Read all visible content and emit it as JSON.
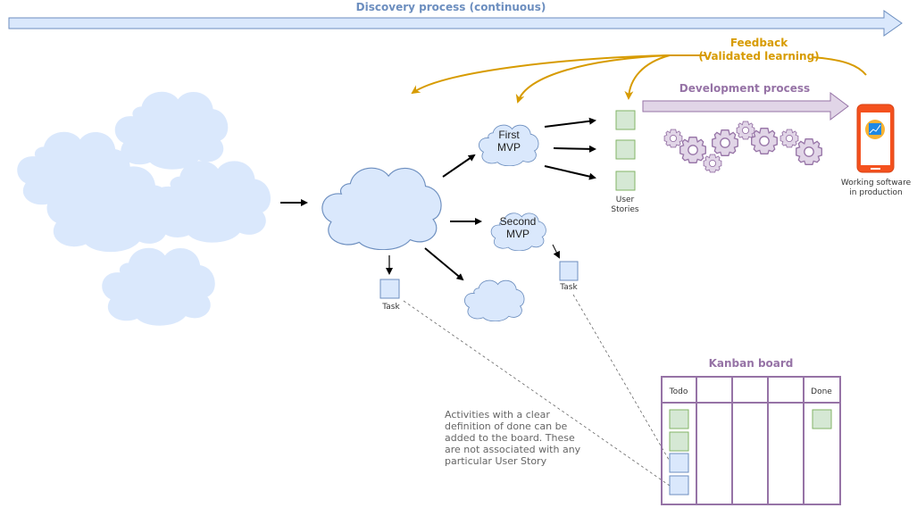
{
  "discovery": {
    "label": "Discovery process (continuous)"
  },
  "feedback": {
    "line1": "Feedback",
    "line2": "(Validated learning)"
  },
  "development": {
    "label": "Development process"
  },
  "production": {
    "line1": "Working software",
    "line2": "in production"
  },
  "mvps": [
    {
      "line1": "First",
      "line2": "MVP"
    },
    {
      "line1": "Second",
      "line2": "MVP"
    }
  ],
  "user_stories": {
    "line1": "User",
    "line2": "Stories"
  },
  "tasks": [
    {
      "label": "Task"
    },
    {
      "label": "Task"
    }
  ],
  "kanban": {
    "title": "Kanban board",
    "columns": [
      "Todo",
      "",
      "",
      "",
      "Done"
    ],
    "todo_cards": [
      "user-story",
      "user-story",
      "task",
      "task"
    ],
    "done_cards": [
      "user-story"
    ]
  },
  "note": {
    "lines": [
      "Activities with a clear",
      "definition of done can be",
      "added to the board. These",
      "are not associated with any",
      "particular User Story"
    ]
  },
  "colors": {
    "cloud_fill": "#dae8fc",
    "cloud_stroke": "#6c8ebf",
    "story_fill": "#d5e8d4",
    "story_stroke": "#82b366",
    "purple": "#9673a6",
    "purple_fill": "#e1d5e7",
    "gold": "#d79b00",
    "phone": "#f4511e"
  }
}
